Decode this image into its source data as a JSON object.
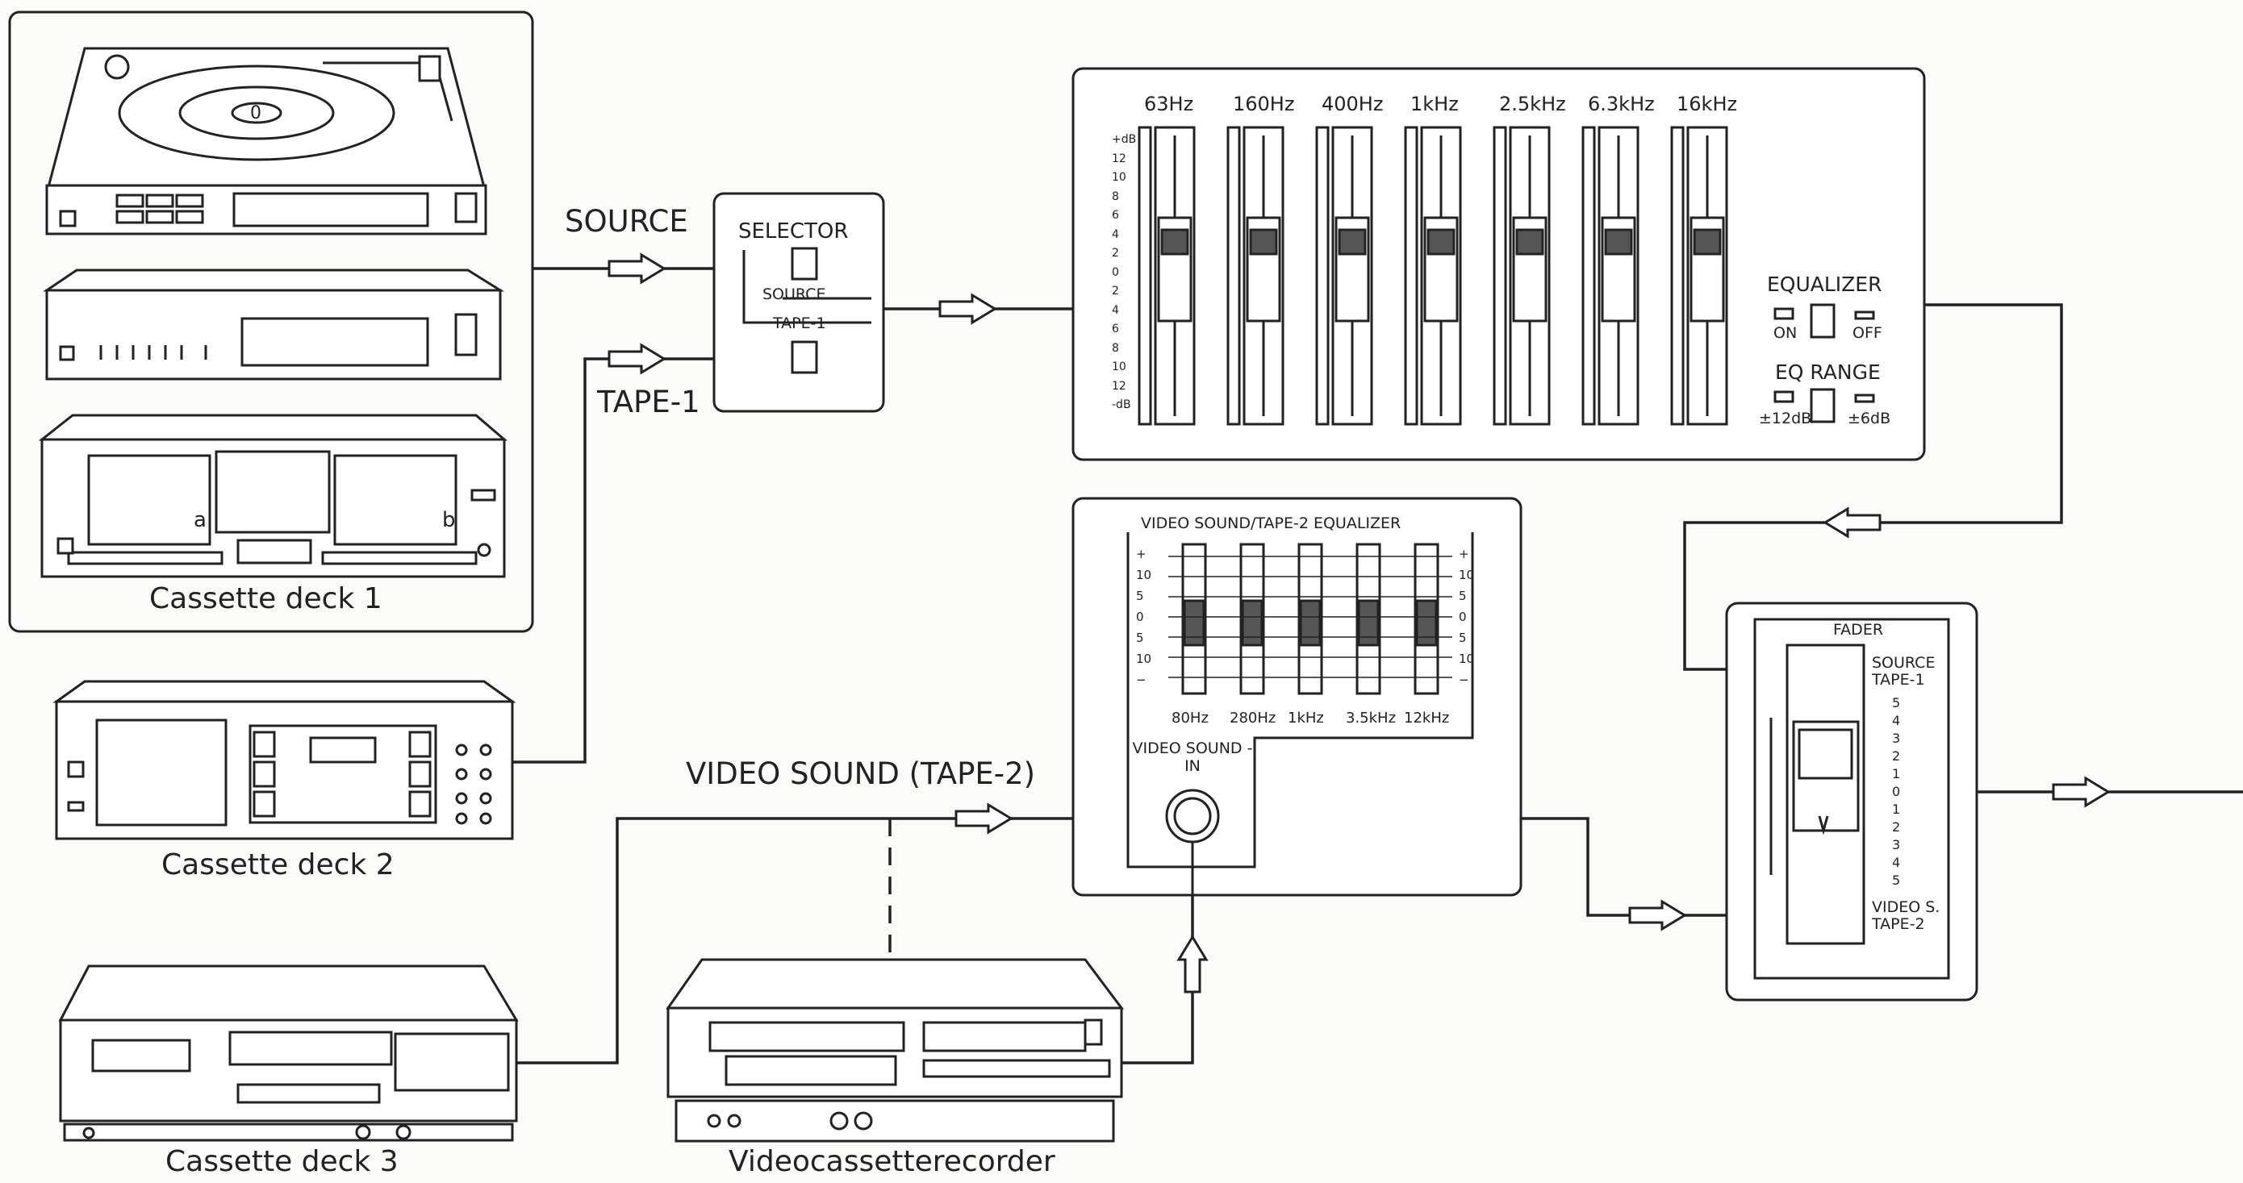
{
  "connections": {
    "source": "SOURCE",
    "tape1": "TAPE-1",
    "video_sound": "VIDEO SOUND (TAPE-2)"
  },
  "selector": {
    "title": "SELECTOR",
    "source": "SOURCE",
    "tape1": "TAPE-1"
  },
  "graphic_eq": {
    "bands": [
      "63Hz",
      "160Hz",
      "400Hz",
      "1kHz",
      "2.5kHz",
      "6.3kHz",
      "16kHz"
    ],
    "scale": [
      "+dB",
      "12",
      "10",
      "8",
      "6",
      "4",
      "2",
      "0",
      "2",
      "4",
      "6",
      "8",
      "10",
      "12",
      "-dB"
    ],
    "equalizer_label": "EQUALIZER",
    "on": "ON",
    "off": "OFF",
    "eq_range_label": "EQ RANGE",
    "range_12": "±12dB",
    "range_6": "±6dB"
  },
  "video_eq": {
    "title": "VIDEO SOUND/TAPE-2 EQUALIZER",
    "bands": [
      "80Hz",
      "280Hz",
      "1kHz",
      "3.5kHz",
      "12kHz"
    ],
    "scale": [
      "+",
      "10",
      "5",
      "0",
      "5",
      "10",
      "−"
    ],
    "input_label": "VIDEO SOUND -IN"
  },
  "fader": {
    "title": "FADER",
    "top": "SOURCE TAPE-1",
    "scale": [
      "5",
      "4",
      "3",
      "2",
      "1",
      "0",
      "1",
      "2",
      "3",
      "4",
      "5"
    ],
    "bottom": "VIDEO S. TAPE-2"
  },
  "devices": {
    "deck1": "Cassette deck 1",
    "deck1_a": "a",
    "deck1_b": "b",
    "deck2": "Cassette deck 2",
    "deck3": "Cassette deck 3",
    "vcr": "Videocassetterecorder",
    "turntable_center": "0"
  }
}
